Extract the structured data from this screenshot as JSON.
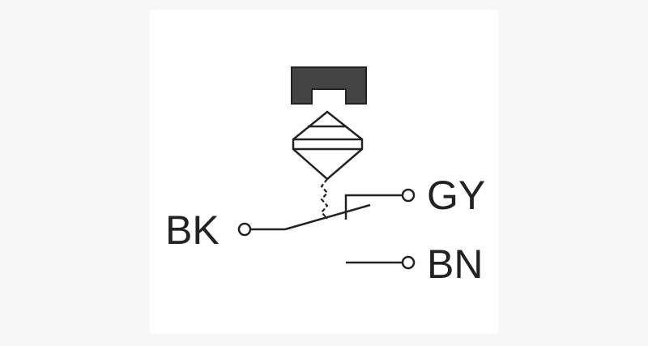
{
  "diagram": {
    "terminals": {
      "black": {
        "label": "BK"
      },
      "gray": {
        "label": "GY"
      },
      "brown": {
        "label": "BN"
      }
    },
    "colors": {
      "line": "#222222",
      "target": "#444444",
      "background": "#ffffff",
      "page": "#f7f7f7"
    },
    "components": [
      "target-actuator",
      "proximity-sensor-symbol",
      "changeover-switch"
    ]
  }
}
